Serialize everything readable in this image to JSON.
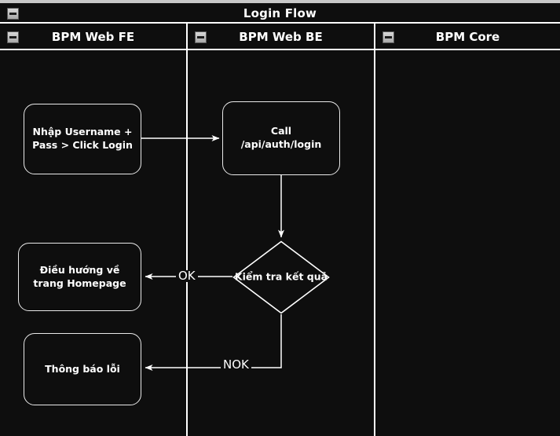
{
  "pool": {
    "title": "Login Flow",
    "collapse_icon": "minus-icon"
  },
  "lanes": [
    {
      "label": "BPM Web FE",
      "collapse_icon": "minus-icon"
    },
    {
      "label": "BPM Web BE",
      "collapse_icon": "minus-icon"
    },
    {
      "label": "BPM Core",
      "collapse_icon": "minus-icon"
    }
  ],
  "nodes": {
    "input": {
      "label": "Nhập Username + Pass > Click Login",
      "type": "task",
      "lane": "BPM Web FE"
    },
    "call": {
      "label": "Call /api/auth/login",
      "type": "task",
      "lane": "BPM Web BE"
    },
    "decision": {
      "label": "Kiểm tra kết quả",
      "type": "decision",
      "lane": "BPM Web BE"
    },
    "redirect": {
      "label": "Điều hướng về trang Homepage",
      "type": "task",
      "lane": "BPM Web FE"
    },
    "error": {
      "label": "Thông báo lỗi",
      "type": "task",
      "lane": "BPM Web FE"
    }
  },
  "edges": [
    {
      "from": "input",
      "to": "call",
      "label": ""
    },
    {
      "from": "call",
      "to": "decision",
      "label": ""
    },
    {
      "from": "decision",
      "to": "redirect",
      "label": "OK"
    },
    {
      "from": "decision",
      "to": "error",
      "label": "NOK"
    }
  ],
  "colors": {
    "diagram_background": "#0e0e0e",
    "page_background": "#c8c8c8",
    "stroke": "#ffffff",
    "node_border": "#e9e9e9",
    "text": "#ffffff"
  }
}
